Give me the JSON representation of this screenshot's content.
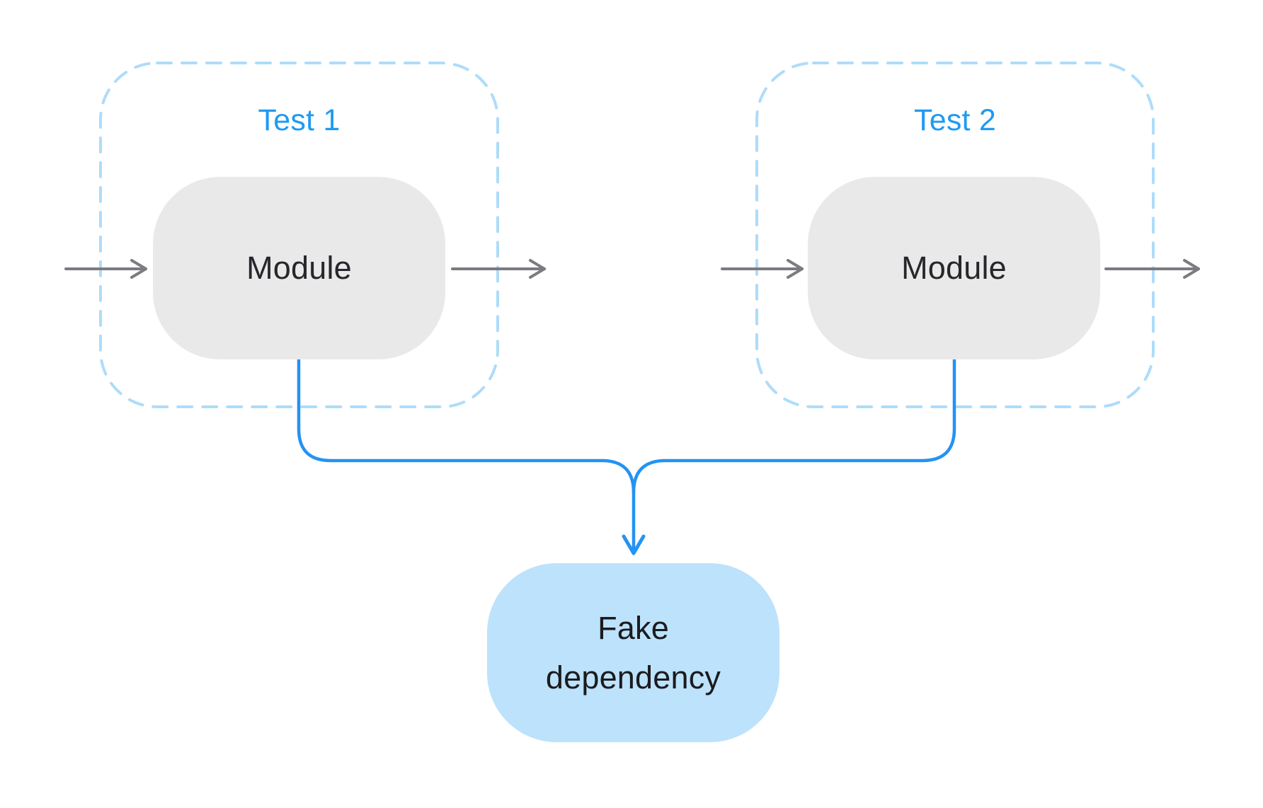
{
  "diagram": {
    "tests": [
      {
        "label": "Test 1",
        "module_label": "Module"
      },
      {
        "label": "Test 2",
        "module_label": "Module"
      }
    ],
    "fake_dependency": {
      "lines": [
        "Fake",
        "dependency"
      ]
    },
    "colors": {
      "background": "#FFFFFF",
      "dashed_border": "#AEDCFA",
      "test_label": "#1E9BF2",
      "module_fill": "#E9E9EA",
      "module_text": "#27272B",
      "gray_arrow": "#7B7B80",
      "blue_connector": "#2493F2",
      "fake_fill": "#BDE2FB",
      "fake_text": "#1B1B1E"
    }
  }
}
